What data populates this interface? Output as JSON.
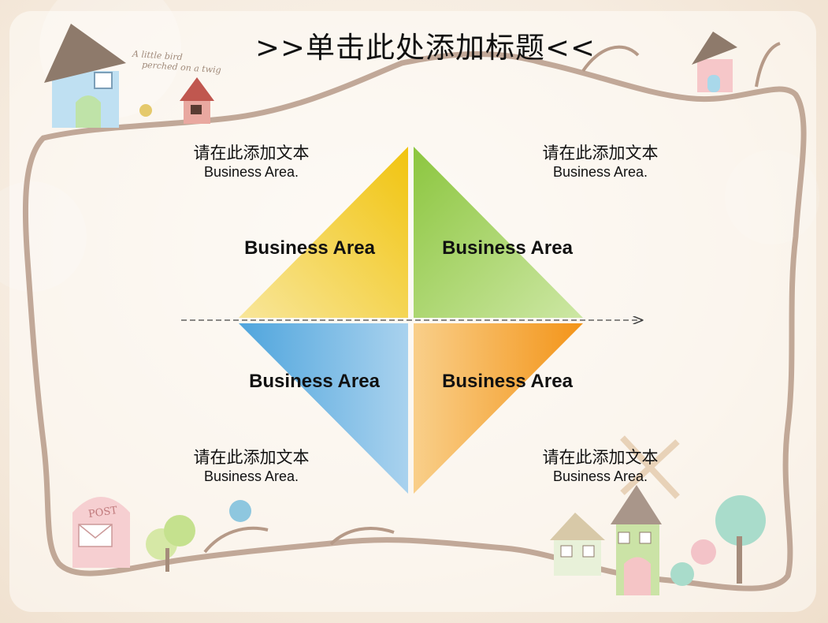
{
  "slide": {
    "title": ">>单击此处添加标题<<",
    "decoration_text": [
      "A little bird",
      "perched on a twig"
    ],
    "post_box_label": "POST"
  },
  "diagram": {
    "quadrants": [
      {
        "position": "top-left",
        "label": "Business Area",
        "gradient": [
          "#f1c40f",
          "#f8e69a"
        ]
      },
      {
        "position": "top-right",
        "label": "Business Area",
        "gradient": [
          "#8cc63f",
          "#cde7a4"
        ]
      },
      {
        "position": "bottom-left",
        "label": "Business Area",
        "gradient": [
          "#4fa5dd",
          "#a9d2ee"
        ]
      },
      {
        "position": "bottom-right",
        "label": "Business Area",
        "gradient": [
          "#f39418",
          "#f9cf8a"
        ]
      }
    ],
    "notes": [
      {
        "position": "top-left",
        "cn": "请在此添加文本",
        "en": "Business Area."
      },
      {
        "position": "top-right",
        "cn": "请在此添加文本",
        "en": "Business Area."
      },
      {
        "position": "bottom-left",
        "cn": "请在此添加文本",
        "en": "Business Area."
      },
      {
        "position": "bottom-right",
        "cn": "请在此添加文本",
        "en": "Business Area."
      }
    ],
    "axis": {
      "style": "dashed-arrow",
      "color": "#444444"
    }
  }
}
